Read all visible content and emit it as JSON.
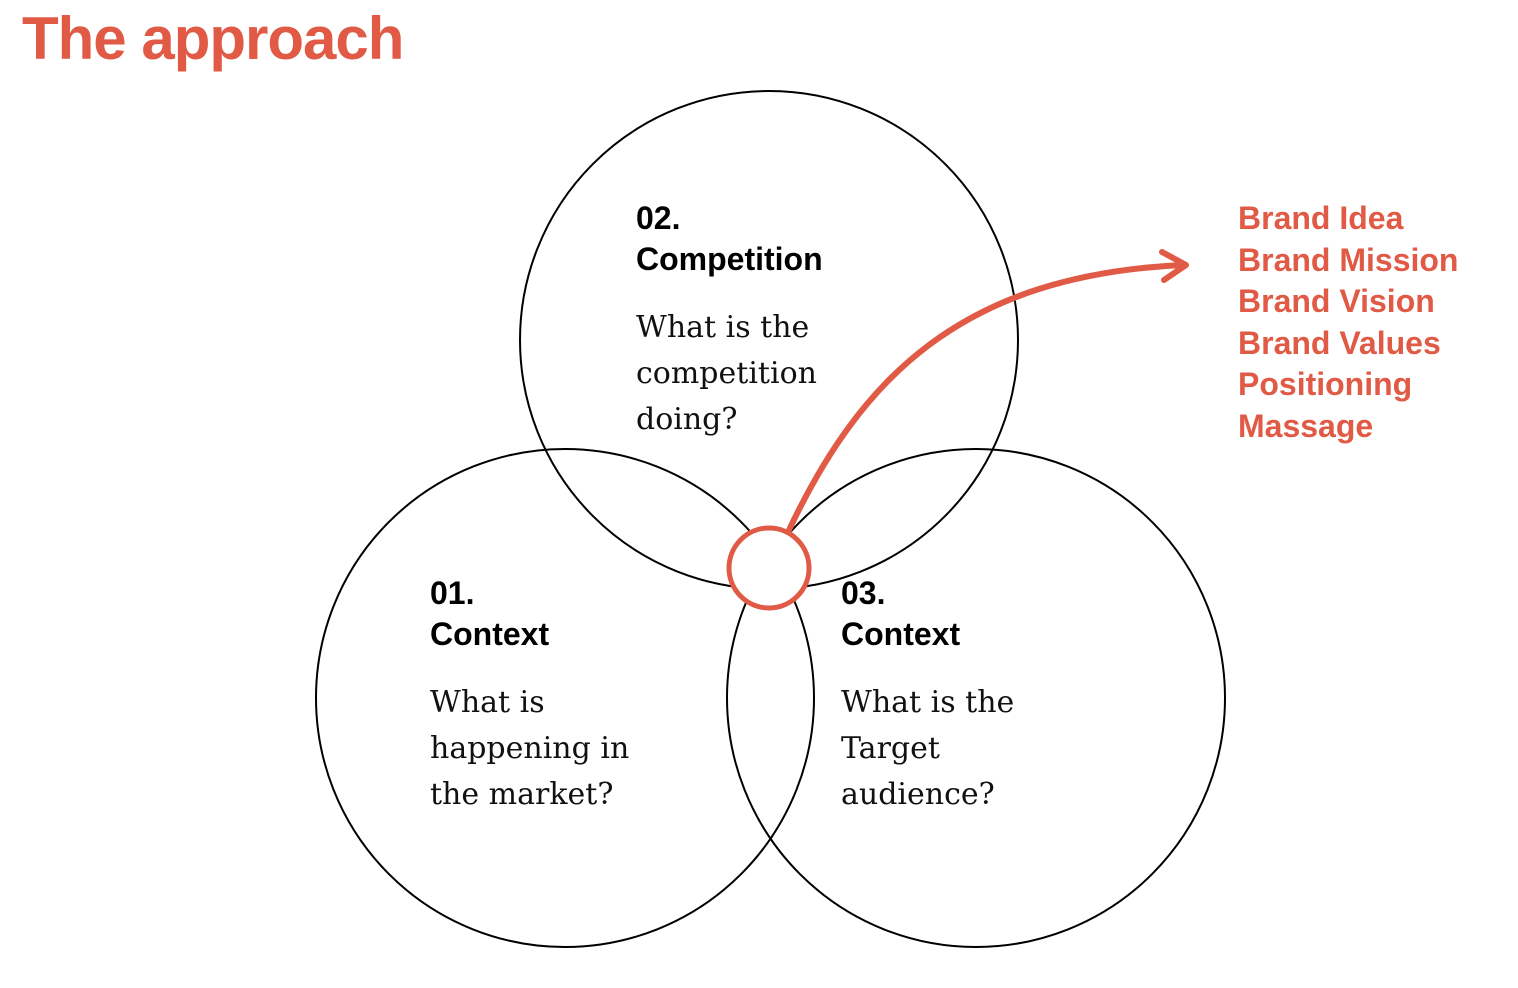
{
  "title": "The approach",
  "colors": {
    "accent": "#E05A45",
    "line": "#000000",
    "text": "#000000"
  },
  "circles": [
    {
      "number": "02.",
      "name": "Competition",
      "question": "What is the\ncompetition\ndoing?"
    },
    {
      "number": "01.",
      "name": "Context",
      "question": "What is\nhappening in\nthe market?"
    },
    {
      "number": "03.",
      "name": "Context",
      "question": "What is the\nTarget\naudience?"
    }
  ],
  "outputs": [
    "Brand Idea",
    "Brand Mission",
    "Brand Vision",
    "Brand Values",
    "Positioning",
    "Massage"
  ]
}
